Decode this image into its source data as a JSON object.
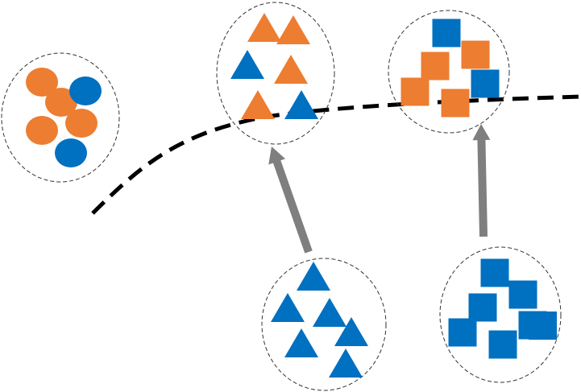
{
  "colors": {
    "orange": "#ED7D31",
    "blue": "#0070C0",
    "arrow": "#7F7F7F",
    "boundary": "#000000",
    "cluster_outline": "#333333"
  },
  "clusters": [
    {
      "name": "circle-cluster",
      "shape": "circle",
      "members": [
        "orange",
        "orange",
        "blue",
        "orange",
        "orange",
        "blue"
      ]
    },
    {
      "name": "mixed-triangle-cluster",
      "shape": "triangle",
      "members": [
        "orange",
        "orange",
        "blue",
        "orange",
        "orange",
        "blue"
      ]
    },
    {
      "name": "mixed-square-cluster",
      "shape": "square",
      "members": [
        "blue",
        "orange",
        "orange",
        "orange",
        "blue",
        "orange"
      ]
    },
    {
      "name": "blue-triangle-cluster",
      "shape": "triangle",
      "members": [
        "blue",
        "blue",
        "blue",
        "blue",
        "blue",
        "blue"
      ]
    },
    {
      "name": "blue-square-cluster",
      "shape": "square",
      "members": [
        "blue",
        "blue",
        "blue",
        "blue",
        "blue",
        "blue",
        "blue"
      ]
    }
  ],
  "arrows": [
    {
      "name": "arrow-triangles",
      "from": "blue-triangle-cluster",
      "to": "mixed-triangle-cluster"
    },
    {
      "name": "arrow-squares",
      "from": "blue-square-cluster",
      "to": "mixed-square-cluster"
    }
  ],
  "boundary": {
    "style": "dashed",
    "name": "decision-boundary"
  }
}
